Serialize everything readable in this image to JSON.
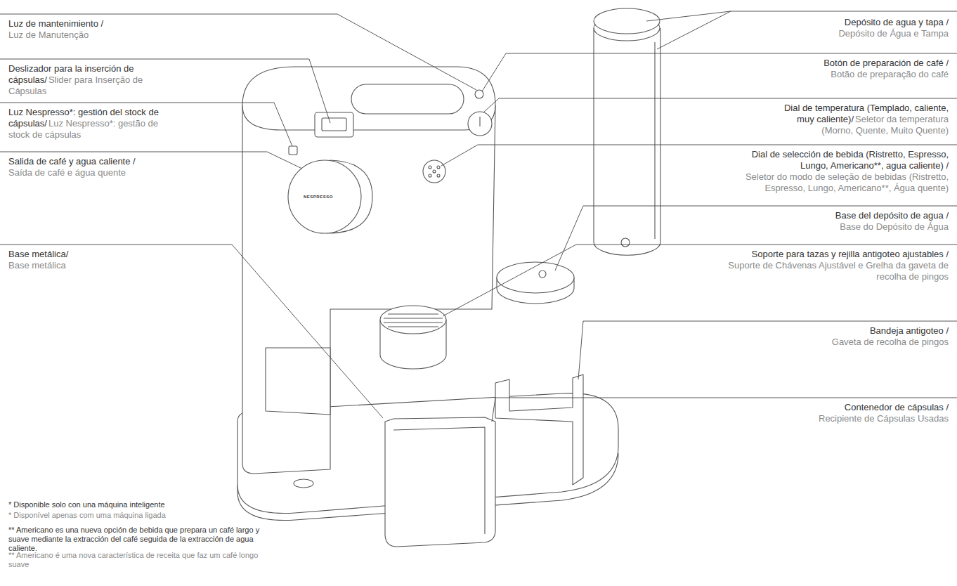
{
  "diagram": {
    "labels": [
      "Luz de mantenimiento /",
      "Luz de Manutenção",
      "Deslizador para la inserción de cápsulas/",
      "Slider para Inserção de Cápsulas",
      "Luz Nespresso*: gestión del stock de cápsulas/",
      "Luz Nespresso*: gestão de stock de cápsulas",
      "Salida de café y agua caliente /",
      "Saída de café e água quente",
      "Base metálica/",
      "Base metálica",
      "* Disponible solo con una máquina inteligente",
      "* Disponível apenas com uma máquina ligada",
      "** Americano es una nueva opción de bebida que prepara un café largo y suave mediante la extracción del café seguida de la extracción de agua caliente.",
      "** Americano é uma nova característica de receita que faz um café longo suave",
      "Depósito de agua y tapa /",
      "Depósito de Água e Tampa",
      "Botón de preparación de café /",
      "Botão de preparação do café",
      "Dial de temperatura (Templado, caliente, muy caliente)/",
      "Seletor da temperatura (Morno, Quente, Muito Quente)",
      "Dial de selección de bebida (Ristretto, Espresso, Lungo, Americano**, agua caliente) /",
      "Seletor do modo de seleção de bebidas (Ristretto, Espresso, Lungo, Americano**, Água quente)",
      "Base del depósito de agua /",
      "Base do Depósito de Água",
      "Soporte para tazas y rejilla antigoteo ajustables /",
      "Suporte de Chávenas Ajustável e Grelha da gaveta de recolha de pingos",
      "Bandeja antigoteo /",
      "Gaveta de recolha de pingos",
      "Contenedor de cápsulas /",
      "Recipiente de Cápsulas Usadas",
      "NESPRESSO"
    ]
  }
}
